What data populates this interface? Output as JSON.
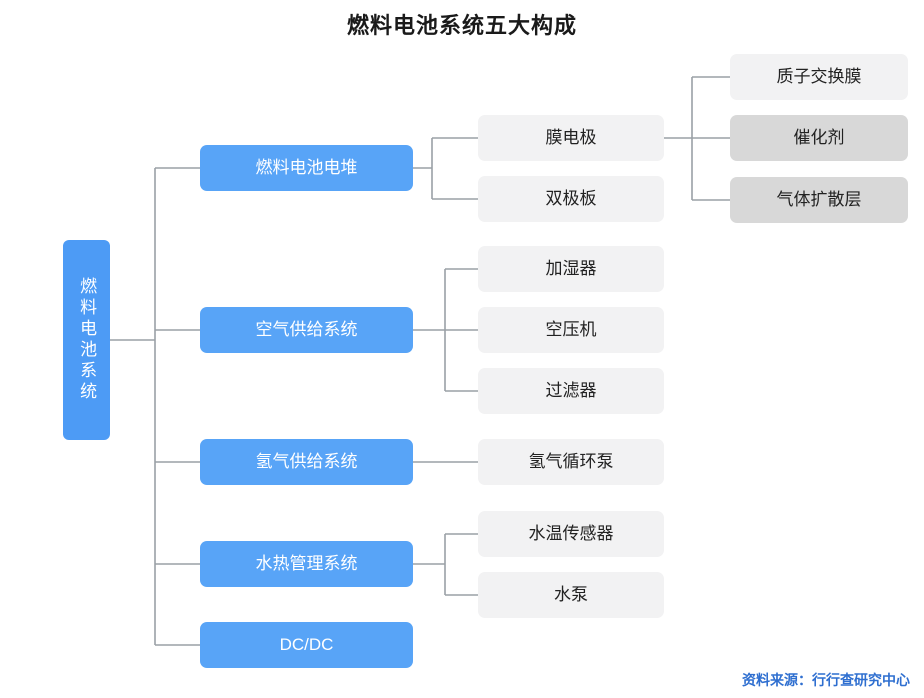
{
  "title": "燃料电池系统五大构成",
  "colors": {
    "blue": "#58a4f7",
    "root_blue": "#4d9bf5",
    "grey": "#f2f2f3",
    "grey_dark": "#d8d8d8",
    "line": "#9aa0a6",
    "source_text": "#2f6fd0"
  },
  "root": {
    "label": "燃料电池系统"
  },
  "branches": [
    {
      "label": "燃料电池电堆",
      "children": [
        {
          "label": "膜电极",
          "style": "grey",
          "children": [
            {
              "label": "质子交换膜",
              "style": "grey"
            },
            {
              "label": "催化剂",
              "style": "grey-dark"
            },
            {
              "label": "气体扩散层",
              "style": "grey-dark"
            }
          ]
        },
        {
          "label": "双极板",
          "style": "grey",
          "children": []
        }
      ]
    },
    {
      "label": "空气供给系统",
      "children": [
        {
          "label": "加湿器",
          "style": "grey",
          "children": []
        },
        {
          "label": "空压机",
          "style": "grey",
          "children": []
        },
        {
          "label": "过滤器",
          "style": "grey",
          "children": []
        }
      ]
    },
    {
      "label": "氢气供给系统",
      "children": [
        {
          "label": "氢气循环泵",
          "style": "grey",
          "children": []
        }
      ]
    },
    {
      "label": "水热管理系统",
      "children": [
        {
          "label": "水温传感器",
          "style": "grey",
          "children": []
        },
        {
          "label": "水泵",
          "style": "grey",
          "children": []
        }
      ]
    },
    {
      "label": "DC/DC",
      "children": []
    }
  ],
  "source": {
    "label": "资料来源：",
    "value": "行行查研究中心"
  }
}
